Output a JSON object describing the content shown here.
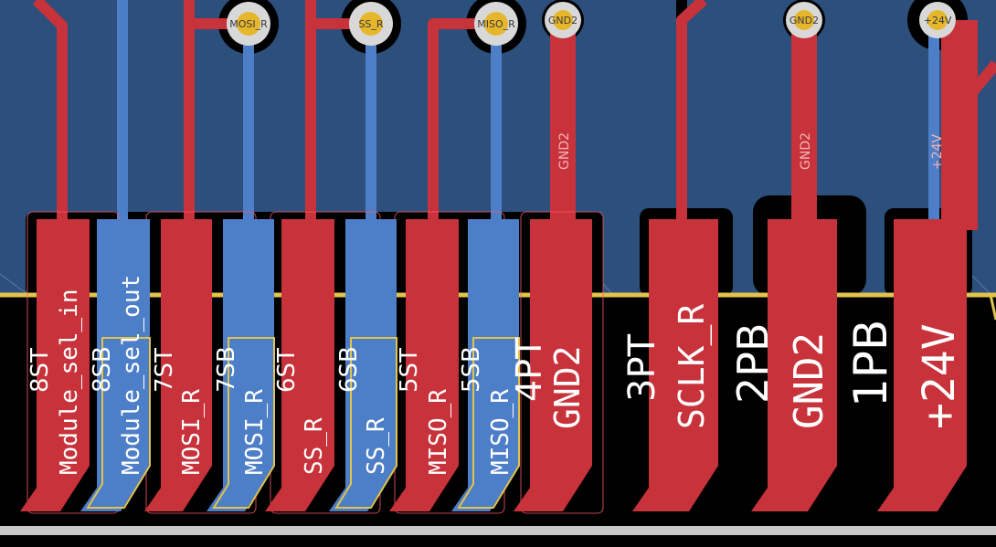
{
  "view": {
    "colors": {
      "background": "#000000",
      "copper_pour": "#2d4f7c",
      "front_copper": "#c8323a",
      "back_copper": "#4d7ec8",
      "via_ring": "#d8d8d8",
      "via_hole": "#e6b72c",
      "silkscreen": "#ffffff",
      "board_edge": "#e2c44c",
      "courtyard": "#c8c8c8"
    }
  },
  "vias": [
    {
      "net": "MOSI_R"
    },
    {
      "net": "SS_R"
    },
    {
      "net": "MISO_R"
    },
    {
      "net": "GND2"
    },
    {
      "net": "GND2"
    },
    {
      "net": "+24V"
    }
  ],
  "trace_labels": {
    "gnd_1": "GND2",
    "gnd_2": "GND2",
    "supply": "+24V"
  },
  "pads": [
    {
      "net": "Module_sel_in",
      "layer": "front"
    },
    {
      "net": "Module_sel_out",
      "layer": "back"
    },
    {
      "net": "MOSI_R",
      "layer": "front"
    },
    {
      "net": "MOSI_R",
      "layer": "back"
    },
    {
      "net": "SS_R",
      "layer": "front"
    },
    {
      "net": "SS_R",
      "layer": "back"
    },
    {
      "net": "MISO_R",
      "layer": "front"
    },
    {
      "net": "MISO_R",
      "layer": "back"
    },
    {
      "net": "GND2",
      "layer": "front"
    },
    {
      "net": "SCLK_R",
      "layer": "front"
    },
    {
      "net": "GND2",
      "layer": "front"
    },
    {
      "net": "+24V",
      "layer": "front"
    }
  ],
  "pin_labels": [
    {
      "text": "8ST"
    },
    {
      "text": "8SB"
    },
    {
      "text": "7ST"
    },
    {
      "text": "7SB"
    },
    {
      "text": "6ST"
    },
    {
      "text": "6SB"
    },
    {
      "text": "5ST"
    },
    {
      "text": "5SB"
    },
    {
      "text": "4PT"
    },
    {
      "text": "3PT"
    },
    {
      "text": "2PB"
    },
    {
      "text": "1PB"
    }
  ]
}
